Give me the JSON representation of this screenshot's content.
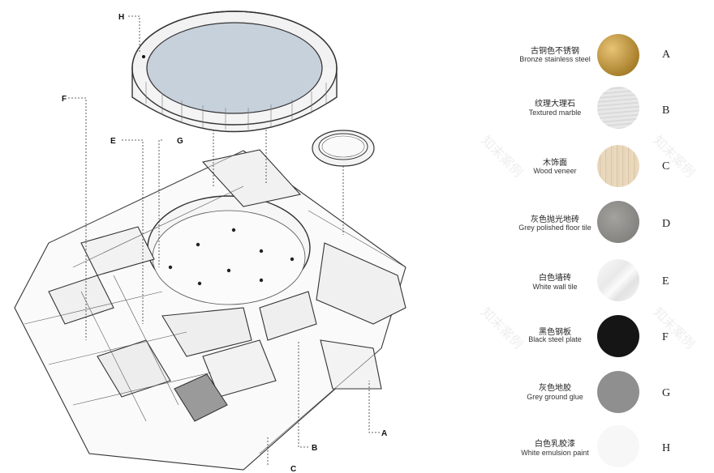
{
  "materials": [
    {
      "code": "A",
      "cn": "古铜色不锈钢",
      "en": "Bronze stainless steel",
      "swatch": "bronze"
    },
    {
      "code": "B",
      "cn": "纹理大理石",
      "en": "Textured marble",
      "swatch": "marble-light"
    },
    {
      "code": "C",
      "cn": "木饰面",
      "en": "Wood veneer",
      "swatch": "wood"
    },
    {
      "code": "D",
      "cn": "灰色抛光地砖",
      "en": "Grey polished floor tile",
      "swatch": "grey-tile"
    },
    {
      "code": "E",
      "cn": "白色墙砖",
      "en": "White wall tile",
      "swatch": "white-marble"
    },
    {
      "code": "F",
      "cn": "黑色钢板",
      "en": "Black steel plate",
      "swatch": "black"
    },
    {
      "code": "G",
      "cn": "灰色地胶",
      "en": "Grey ground glue",
      "swatch": "grey"
    },
    {
      "code": "H",
      "cn": "白色乳胶漆",
      "en": "White emulsion paint",
      "swatch": "white"
    }
  ],
  "callouts": {
    "A": "A",
    "B": "B",
    "C": "C",
    "E": "E",
    "F": "F",
    "G": "G",
    "H": "H"
  },
  "watermark": "知末案例",
  "colors": {
    "bronze": "#b8913a",
    "marble_light": "#e4e4e4",
    "wood": "#e6d6bd",
    "grey_tile": "#8e8d8a",
    "white_marble": "#f3f3f3",
    "black": "#151515",
    "grey": "#8f8f8f",
    "white": "#f7f7f7",
    "ring_fill": "#c7d1dc"
  }
}
